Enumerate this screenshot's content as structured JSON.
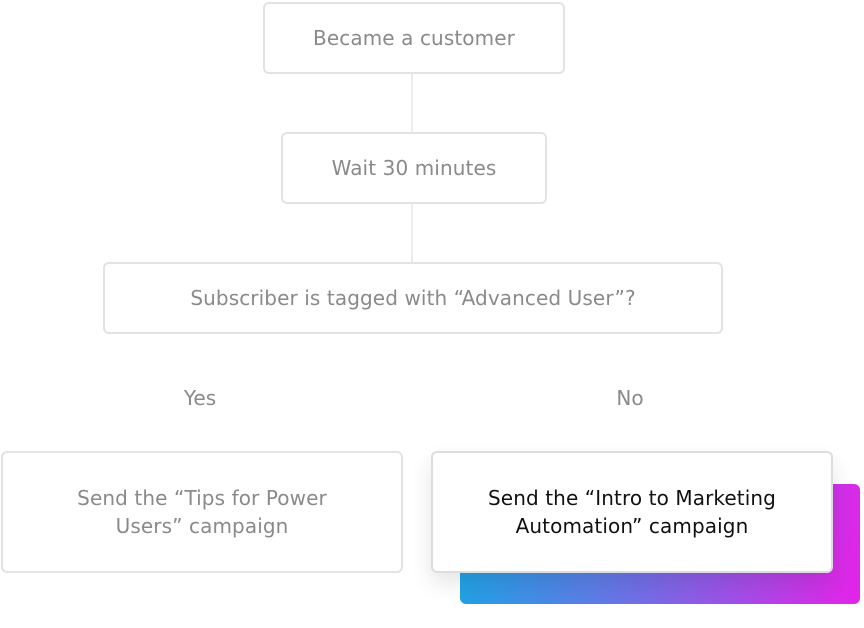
{
  "flow": {
    "trigger": "Became a customer",
    "delay": "Wait 30 minutes",
    "condition": "Subscriber is tagged with “Advanced User”?",
    "yes_label": "Yes",
    "no_label": "No",
    "yes_action": "Send the “Tips for Power Users” campaign",
    "no_action": "Send the “Intro to Marketing Automation” campaign"
  },
  "colors": {
    "node_border": "#e3e3e3",
    "muted_text": "#8a8a8a",
    "active_text": "#111111",
    "gradient_start": "#1aa6e4",
    "gradient_end": "#e522e8"
  }
}
